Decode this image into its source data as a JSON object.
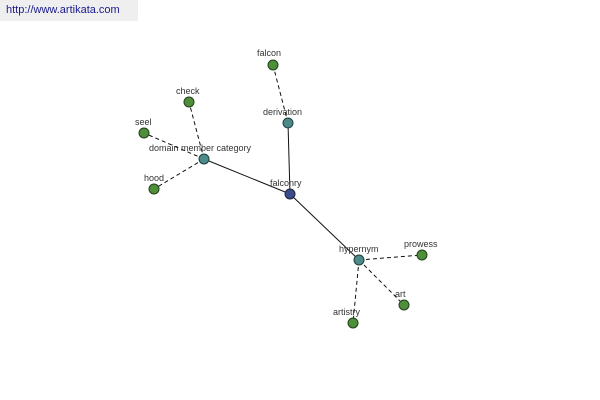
{
  "header": {
    "url": "http://www.artikata.com"
  },
  "graph": {
    "colors": {
      "leaf": "#4e8f3a",
      "intermediate": "#4d8a8a",
      "center": "#3a4d8a",
      "edge": "#111111"
    },
    "nodes": [
      {
        "id": "falconry",
        "label": "falconry",
        "kind": "center"
      },
      {
        "id": "derivation",
        "label": "derivation",
        "kind": "intermediate"
      },
      {
        "id": "domain",
        "label": "domain member category",
        "kind": "intermediate"
      },
      {
        "id": "hypernym",
        "label": "hypernym",
        "kind": "intermediate"
      },
      {
        "id": "falcon",
        "label": "falcon",
        "kind": "leaf"
      },
      {
        "id": "check",
        "label": "check",
        "kind": "leaf"
      },
      {
        "id": "seel",
        "label": "seel",
        "kind": "leaf"
      },
      {
        "id": "hood",
        "label": "hood",
        "kind": "leaf"
      },
      {
        "id": "prowess",
        "label": "prowess",
        "kind": "leaf"
      },
      {
        "id": "art",
        "label": "art",
        "kind": "leaf"
      },
      {
        "id": "artistry",
        "label": "artistry",
        "kind": "leaf"
      }
    ],
    "edges": [
      {
        "from": "falconry",
        "to": "derivation",
        "style": "solid"
      },
      {
        "from": "falconry",
        "to": "domain",
        "style": "solid"
      },
      {
        "from": "falconry",
        "to": "hypernym",
        "style": "solid"
      },
      {
        "from": "derivation",
        "to": "falcon",
        "style": "dashed"
      },
      {
        "from": "domain",
        "to": "check",
        "style": "dashed"
      },
      {
        "from": "domain",
        "to": "seel",
        "style": "dashed"
      },
      {
        "from": "domain",
        "to": "hood",
        "style": "dashed"
      },
      {
        "from": "hypernym",
        "to": "prowess",
        "style": "dashed"
      },
      {
        "from": "hypernym",
        "to": "art",
        "style": "dashed"
      },
      {
        "from": "hypernym",
        "to": "artistry",
        "style": "dashed"
      }
    ]
  }
}
